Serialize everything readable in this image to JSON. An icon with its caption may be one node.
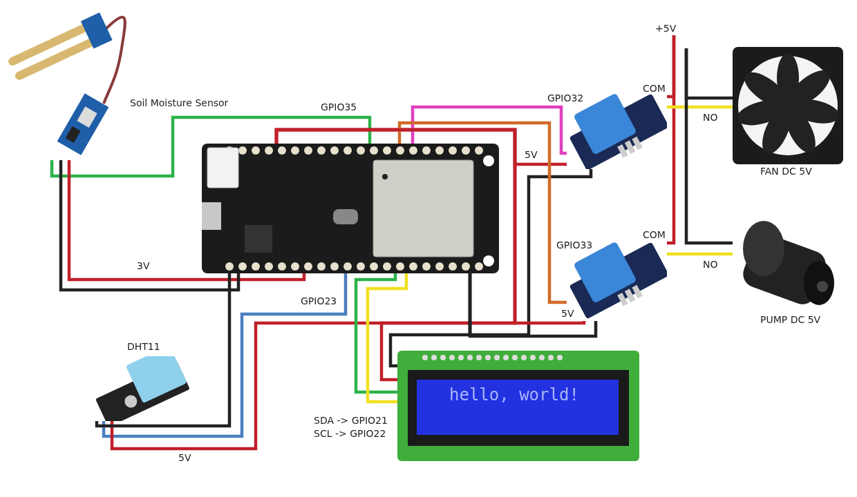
{
  "diagram": {
    "nodes": [
      {
        "text": [
          "Soil Moisture Sensor"
        ]
      },
      {
        "text": [],
        "shape": "picture"
      },
      {
        "text": [
          "DHT11"
        ]
      },
      {
        "text": [
          "hello, world!"
        ]
      },
      {
        "text": [],
        "shape": "picture"
      },
      {
        "text": [],
        "shape": "picture"
      },
      {
        "text": [
          "FAN DC 5V"
        ]
      },
      {
        "text": [
          "PUMP DC 5V"
        ]
      },
      {
        "text": [
          "+5V"
        ]
      }
    ],
    "edges": [
      {
        "from": 0,
        "to": 1,
        "arrow": "none",
        "label": "GPIO35",
        "color": "#2db34a"
      },
      {
        "from": 0,
        "to": 1,
        "arrow": "none",
        "label": "3V",
        "color": "#c0202a"
      },
      {
        "from": 0,
        "to": 1,
        "arrow": "none",
        "color": "#222222"
      },
      {
        "from": 2,
        "to": 1,
        "arrow": "none",
        "label": "GPIO23",
        "color": "#4a7fc0"
      },
      {
        "from": 2,
        "to": 1,
        "arrow": "none",
        "label": "5V",
        "color": "#c0202a"
      },
      {
        "from": 2,
        "to": 1,
        "arrow": "none",
        "color": "#222222"
      },
      {
        "from": 3,
        "to": 1,
        "arrow": "none",
        "label": "SDA -> GPIO21",
        "color": "#2db34a"
      },
      {
        "from": 3,
        "to": 1,
        "arrow": "none",
        "label": "SCL -> GPIO22",
        "color": "#f0e020"
      },
      {
        "from": 3,
        "to": 1,
        "arrow": "none",
        "color": "#c0202a"
      },
      {
        "from": 3,
        "to": 1,
        "arrow": "none",
        "color": "#222222"
      },
      {
        "from": 4,
        "to": 1,
        "arrow": "none",
        "label": "GPIO32",
        "color": "#e040c0"
      },
      {
        "from": 4,
        "to": 1,
        "arrow": "none",
        "label": "5V",
        "color": "#c0202a"
      },
      {
        "from": 4,
        "to": 1,
        "arrow": "none",
        "color": "#222222"
      },
      {
        "from": 5,
        "to": 1,
        "arrow": "none",
        "label": "GPIO33",
        "color": "#d06a28"
      },
      {
        "from": 5,
        "to": 1,
        "arrow": "none",
        "label": "5V",
        "color": "#c0202a"
      },
      {
        "from": 5,
        "to": 1,
        "arrow": "none",
        "color": "#222222"
      },
      {
        "from": 8,
        "to": 4,
        "arrow": "none",
        "label": "COM",
        "color": "#c0202a"
      },
      {
        "from": 8,
        "to": 5,
        "arrow": "none",
        "label": "COM",
        "color": "#c0202a"
      },
      {
        "from": 4,
        "to": 6,
        "arrow": "none",
        "label": "NO",
        "color": "#f0e020"
      },
      {
        "from": 5,
        "to": 7,
        "arrow": "none",
        "label": "NO",
        "color": "#f0e020"
      },
      {
        "from": null,
        "to": 6,
        "arrow": "none",
        "color": "#222222"
      },
      {
        "from": null,
        "to": 7,
        "arrow": "none",
        "color": "#222222"
      }
    ]
  }
}
